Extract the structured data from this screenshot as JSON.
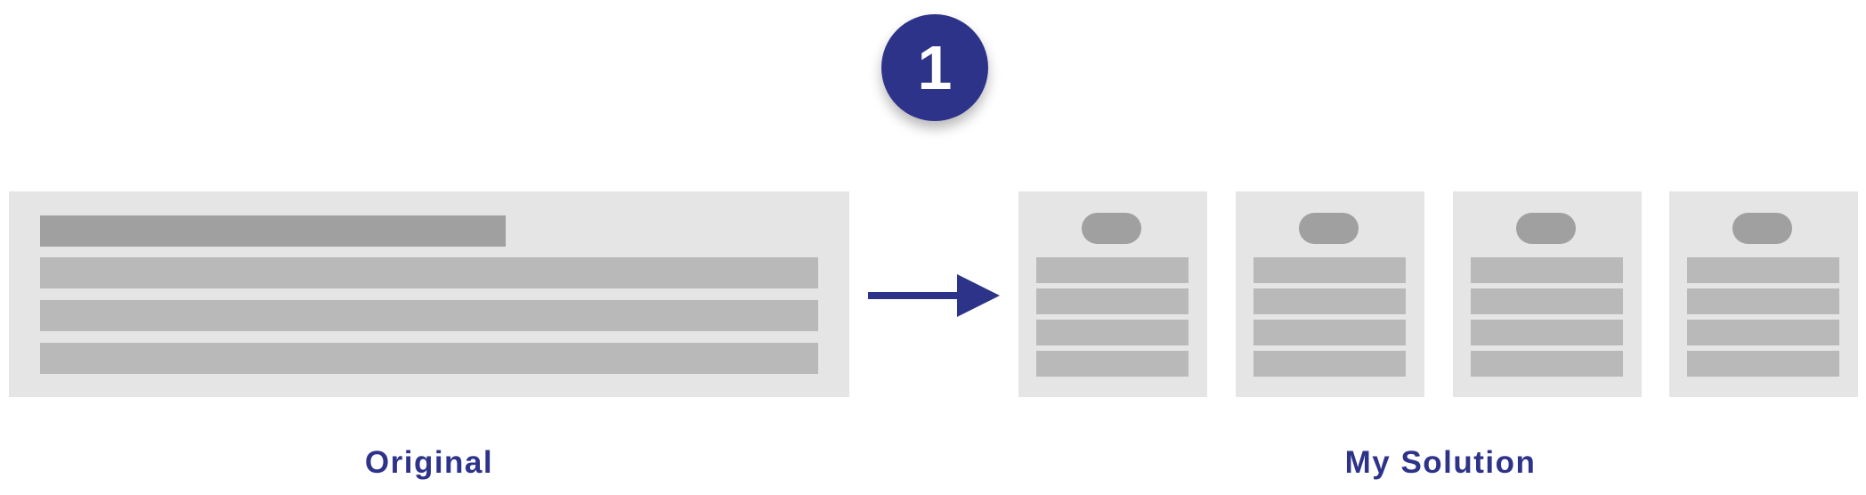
{
  "step_badge": {
    "number": "1"
  },
  "original": {
    "caption": "Original",
    "row_count": 3
  },
  "solution": {
    "caption": "My Solution",
    "card_count": 4,
    "rows_per_card": 4
  },
  "colors": {
    "accent": "#2e338a",
    "panel": "#e5e5e5",
    "header_bar": "#a0a0a0",
    "row_bar": "#bab9ba"
  }
}
